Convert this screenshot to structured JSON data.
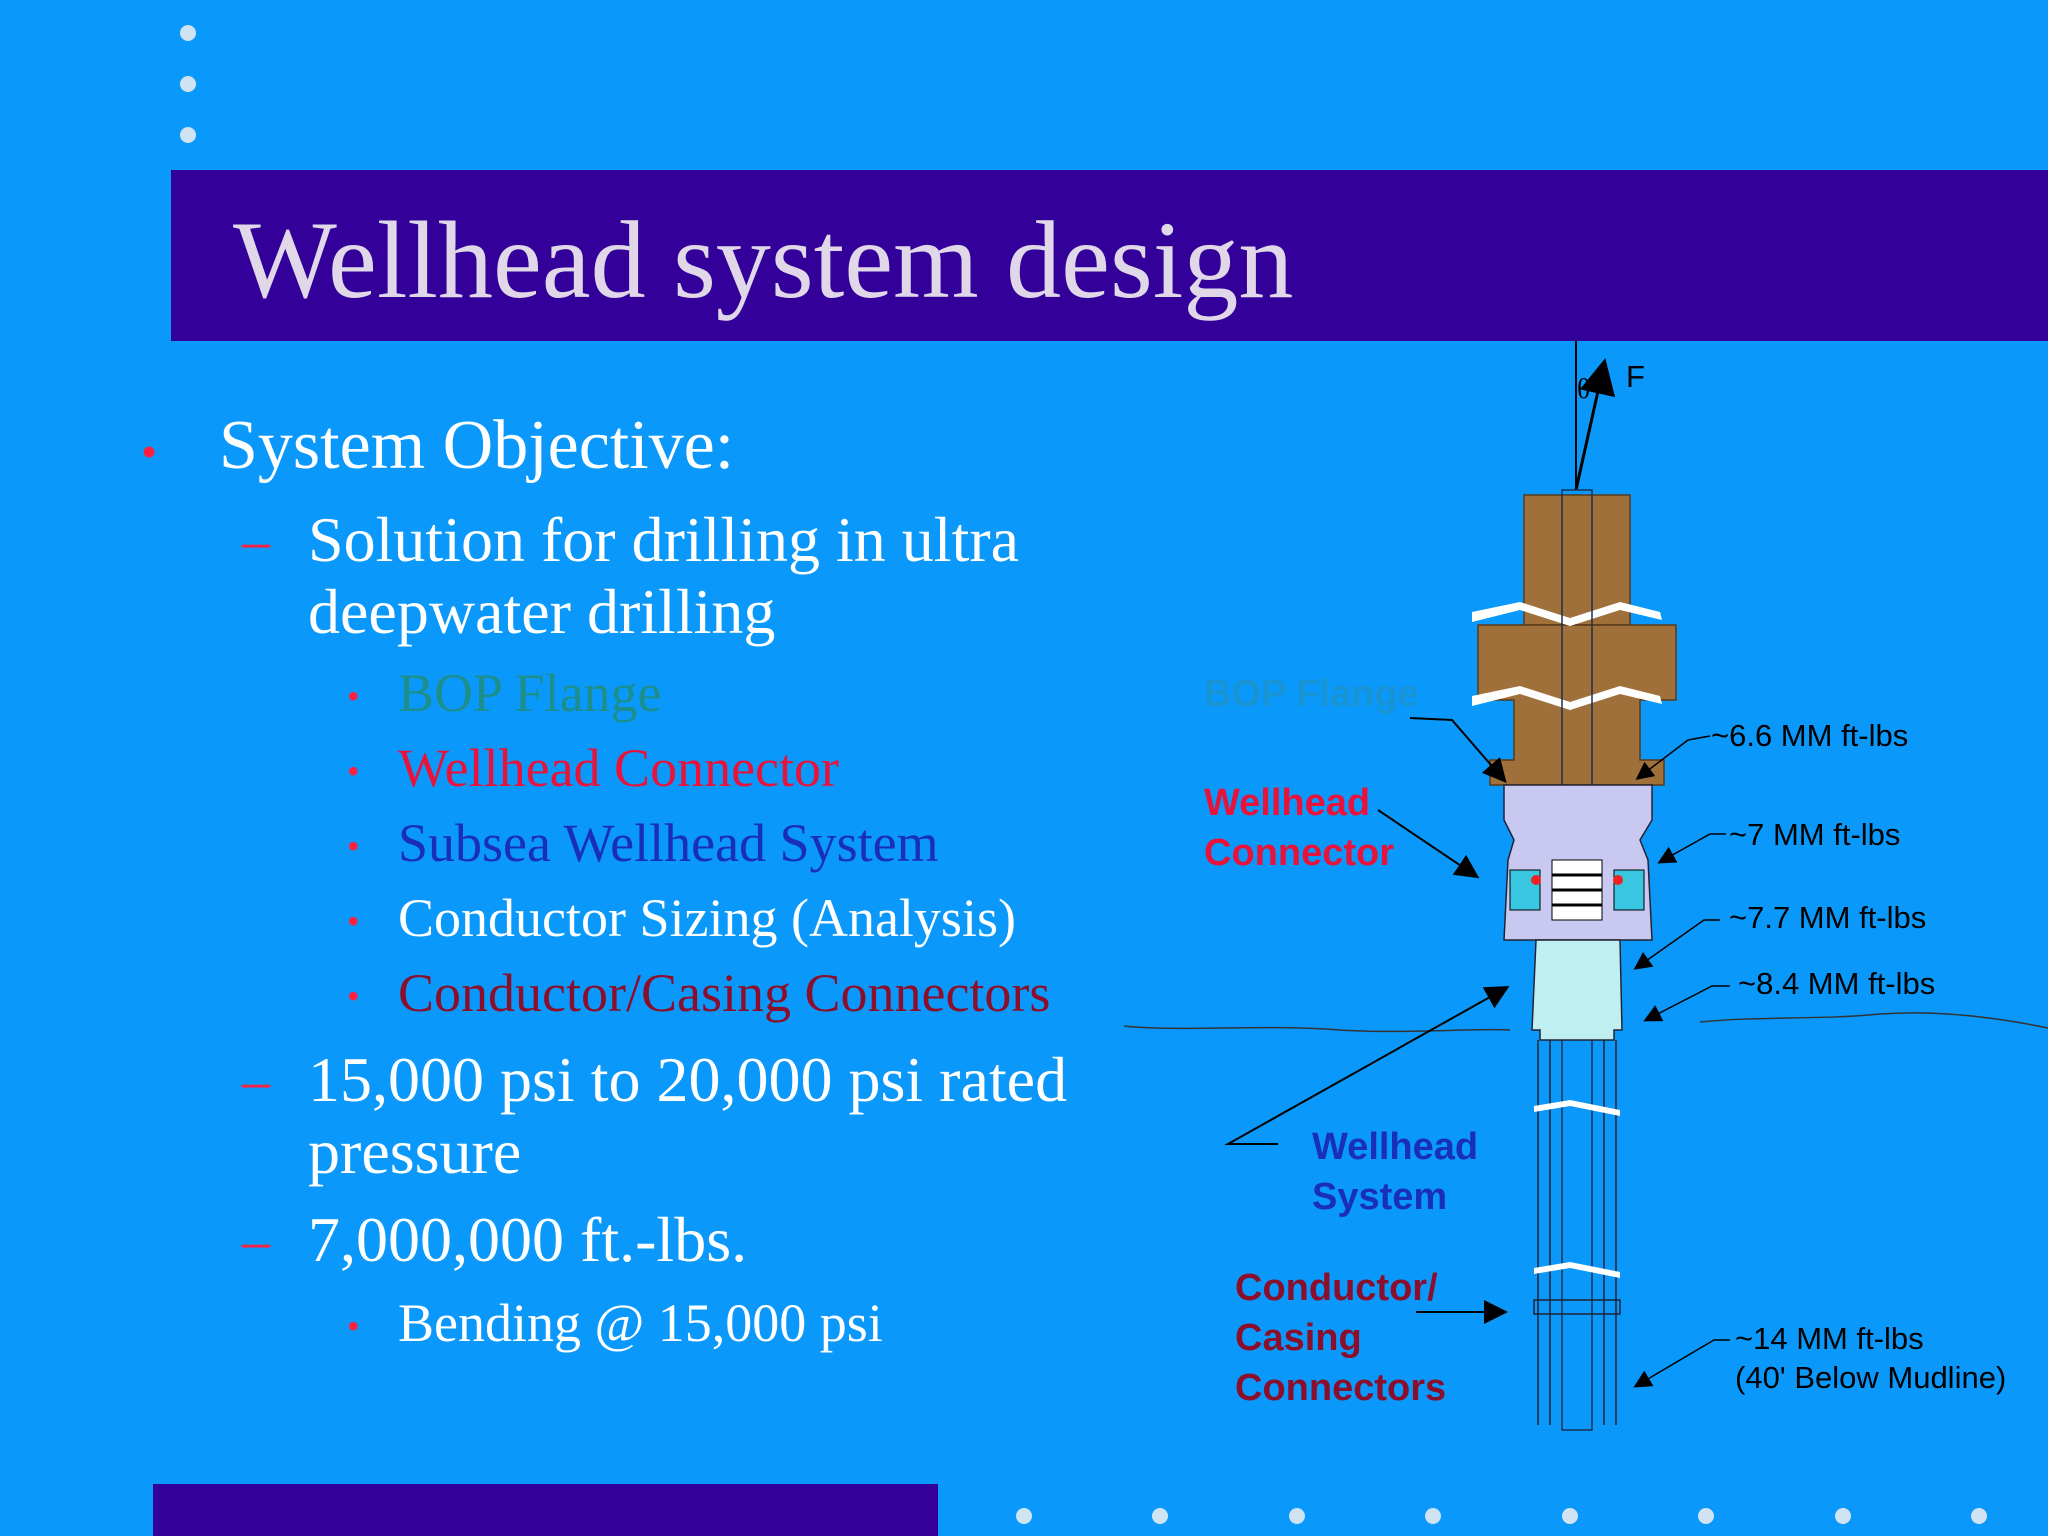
{
  "slide": {
    "title": "Wellhead system design",
    "bullets": {
      "objective": "System Objective:",
      "sub1_line1": "Solution for drilling in ultra",
      "sub1_line2": "deepwater drilling",
      "items": [
        {
          "label": "BOP Flange",
          "color": "#1c8f8a"
        },
        {
          "label": "Wellhead Connector",
          "color": "#e8123a"
        },
        {
          "label": "Subsea Wellhead System",
          "color": "#1a2fb8"
        },
        {
          "label": "Conductor Sizing (Analysis)",
          "color": "#ffffff"
        },
        {
          "label": "Conductor/Casing Connectors",
          "color": "#8b0f2a"
        }
      ],
      "sub2_line1": "15,000 psi to 20,000 psi rated",
      "sub2_line2": "pressure",
      "sub3": "7,000,000 ft.-lbs.",
      "sub3_item": "Bending @ 15,000 psi",
      "dot": "•",
      "dash": "–"
    },
    "diagram": {
      "force_label": "F",
      "angle_label": "θ",
      "bop_flange_label": "BOP Flange",
      "wellhead_connector_line1": "Wellhead",
      "wellhead_connector_line2": "Connector",
      "wellhead_system_line1": "Wellhead",
      "wellhead_system_line2": "System",
      "conductor_line1": "Conductor/",
      "conductor_line2": "Casing",
      "conductor_line3": "Connectors",
      "moment_1": "~6.6 MM ft-lbs",
      "moment_2": "~7 MM ft-lbs",
      "moment_3": "~7.7 MM ft-lbs",
      "moment_4": "~8.4 MM ft-lbs",
      "moment_5": "~14 MM ft-lbs",
      "moment_5_note": "(40' Below Mudline)"
    },
    "colors": {
      "background": "#0a99fb",
      "title_bar": "#330099",
      "title_text": "#e0d8e8",
      "bullet_marker": "#ff1f3f",
      "flange_brown": "#a0703a",
      "connector_lavender": "#c8c8f0"
    }
  }
}
